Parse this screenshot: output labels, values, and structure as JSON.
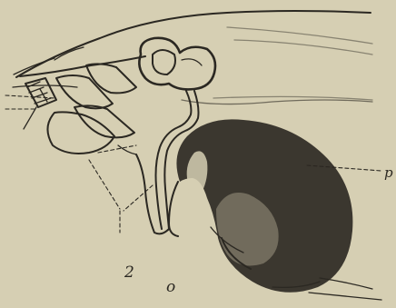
{
  "figure": {
    "panel_number": "2",
    "labels": {
      "p": "p",
      "o": "o"
    },
    "colors": {
      "paper": "#d6cfb3",
      "ink": "#2b2822",
      "stipple": "#2a2620"
    }
  }
}
